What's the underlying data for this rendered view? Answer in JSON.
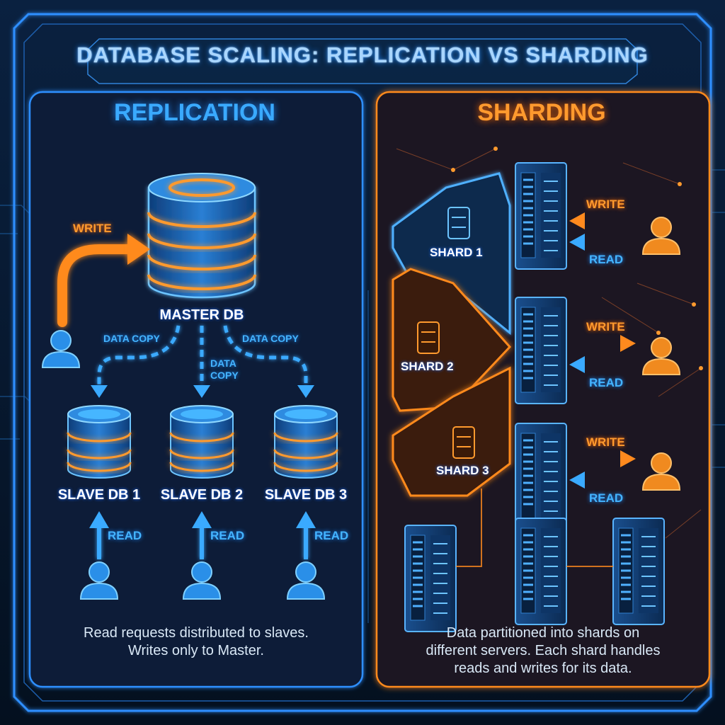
{
  "title": "DATABASE SCALING: REPLICATION VS SHARDING",
  "replication": {
    "heading": "REPLICATION",
    "master_label": "MASTER DB",
    "write_label": "WRITE",
    "copy_label_left": "DATA COPY",
    "copy_label_middle_1": "DATA",
    "copy_label_middle_2": "COPY",
    "copy_label_right": "DATA COPY",
    "slaves": [
      {
        "label": "SLAVE DB 1",
        "read_label": "READ"
      },
      {
        "label": "SLAVE DB 2",
        "read_label": "READ"
      },
      {
        "label": "SLAVE DB 3",
        "read_label": "READ"
      }
    ],
    "caption_line1": "Read requests distributed to slaves.",
    "caption_line2": "Writes only to Master."
  },
  "sharding": {
    "heading": "SHARDING",
    "shards": [
      {
        "label": "SHARD 1",
        "write_label": "WRITE",
        "read_label": "READ"
      },
      {
        "label": "SHARD 2",
        "write_label": "WRITE",
        "read_label": "READ"
      },
      {
        "label": "SHARD 3",
        "write_label": "WRITE",
        "read_label": "READ"
      }
    ],
    "caption_line1": "Data partitioned into shards on",
    "caption_line2": "different servers. Each shard handles",
    "caption_line3": "reads and writes for its data."
  },
  "colors": {
    "replication_accent": "#2a9dff",
    "sharding_accent": "#ff8a1e",
    "background": "#061528"
  }
}
